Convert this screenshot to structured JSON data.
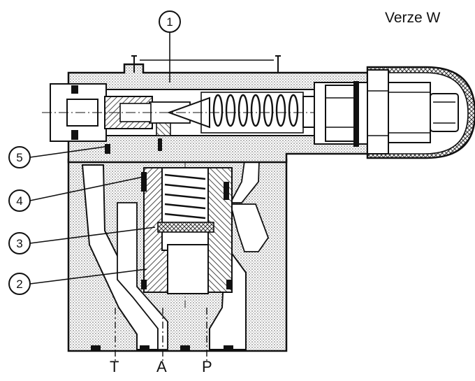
{
  "version_label": "Verze W",
  "callouts": [
    "1",
    "2",
    "3",
    "4",
    "5"
  ],
  "ports": [
    "T",
    "A",
    "P"
  ]
}
